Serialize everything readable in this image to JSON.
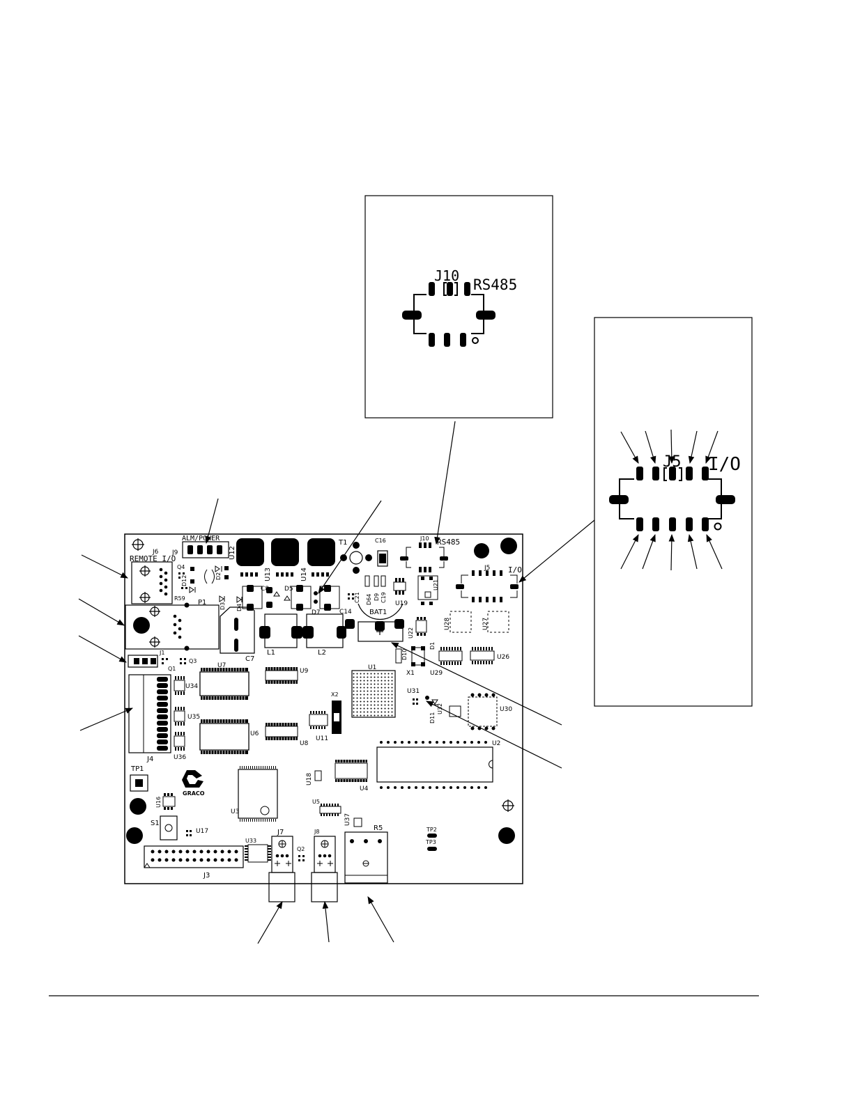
{
  "board": {
    "labels": {
      "alm_power": "ALM/POWER",
      "j6": "J6",
      "remote_io": "REMOTE I/O",
      "j9": "J9",
      "u12": "U12",
      "u13": "U13",
      "u14": "U14",
      "t1": "T1",
      "c16": "C16",
      "j10": "J10",
      "rs485": "RS485",
      "j5": "J5",
      "io": "I/O",
      "q4": "Q4",
      "d12": "D12",
      "d2": "D2",
      "r59": "R59",
      "p1": "P1",
      "d3": "D3",
      "d4": "D4",
      "c8": "C8",
      "d5": "D5",
      "d7": "D7",
      "c14": "C14",
      "c21": "C21",
      "d64": "D64",
      "d9": "D9",
      "c19": "C19",
      "u19": "U19",
      "u21": "U21",
      "bat1": "BAT1",
      "u28": "U28",
      "u27": "U27",
      "c7": "C7",
      "l1": "L1",
      "l2": "L2",
      "u22": "U22",
      "d1": "D1",
      "j1": "J1",
      "q1": "Q1",
      "q3": "Q3",
      "d10": "D10",
      "x1": "X1",
      "u29": "U29",
      "u26": "U26",
      "u7": "U7",
      "u9": "U9",
      "u1": "U1",
      "u34": "U34",
      "x2": "X2",
      "u31": "U31",
      "u35": "U35",
      "u11": "U11",
      "d11": "D11",
      "u32": "U32",
      "u30": "U30",
      "u6": "U6",
      "u8": "U8",
      "j4": "J4",
      "u36": "U36",
      "u2": "U2",
      "tp1": "TP1",
      "u18": "U18",
      "u4": "U4",
      "u16": "U16",
      "u3": "U3",
      "u5": "U5",
      "s1": "S1",
      "u17": "U17",
      "u37": "U37",
      "r5": "R5",
      "tp2": "TP2",
      "tp3": "TP3",
      "u33": "U33",
      "j7": "J7",
      "j8": "J8",
      "q2": "Q2",
      "j3": "J3",
      "graco": "GRACO"
    }
  },
  "inset_j10": {
    "ref": "J10",
    "name": "RS485"
  },
  "inset_j5": {
    "ref": "J5",
    "name": "I/O"
  }
}
